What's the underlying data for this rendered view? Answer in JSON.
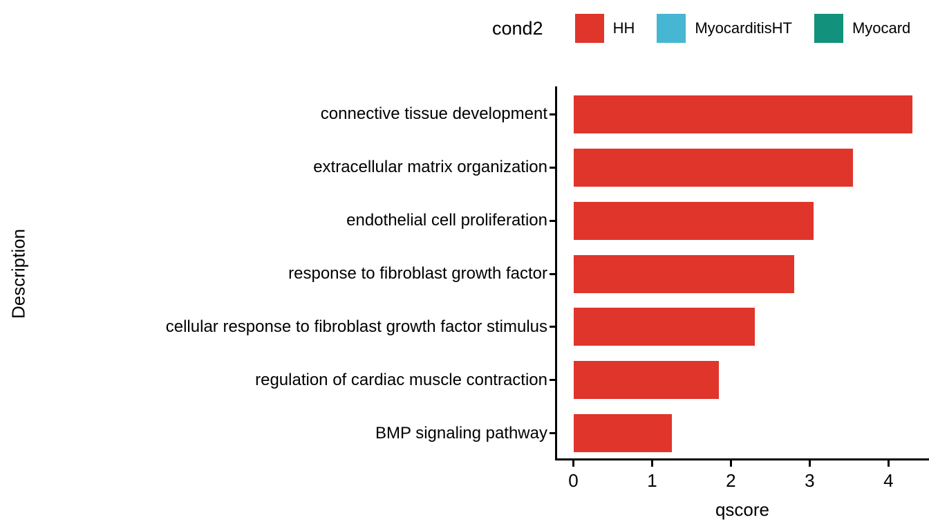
{
  "legend": {
    "title": "cond2",
    "items": [
      {
        "label": "HH",
        "color": "#E0352B"
      },
      {
        "label": "MyocarditisHT",
        "color": "#47B6D2"
      },
      {
        "label": "Myocard",
        "color": "#12917C"
      }
    ]
  },
  "chart_data": {
    "type": "bar",
    "orientation": "horizontal",
    "title": "",
    "xlabel": "qscore",
    "ylabel": "Description",
    "categories": [
      "connective tissue development",
      "extracellular matrix organization",
      "endothelial cell proliferation",
      "response to fibroblast growth factor",
      "cellular response to fibroblast growth factor stimulus",
      "regulation of cardiac muscle contraction",
      "BMP signaling pathway"
    ],
    "series": [
      {
        "name": "HH",
        "values": [
          4.3,
          3.55,
          3.05,
          2.8,
          2.3,
          1.85,
          1.25
        ]
      }
    ],
    "bar_color": "#E0352B",
    "x_ticks": [
      0,
      1,
      2,
      3,
      4
    ],
    "xlim": [
      0,
      4.3
    ],
    "expansion": 0.05,
    "grid": "off",
    "legend_position": "top"
  }
}
